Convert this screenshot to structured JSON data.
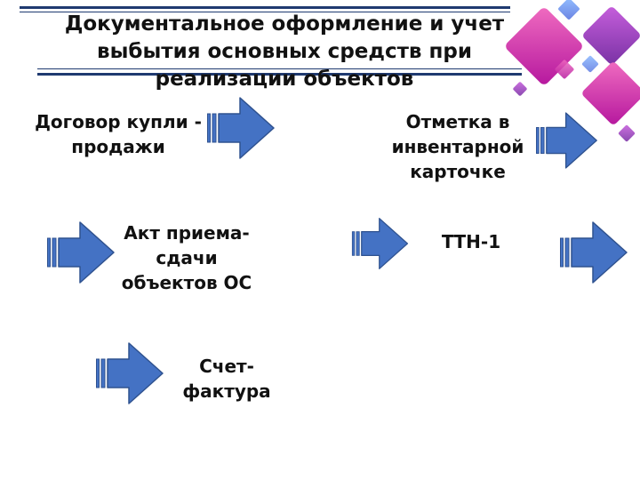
{
  "slide": {
    "title": "Документальное оформление и учет выбытия основных средств при реализации объектов",
    "items": {
      "contract": "Договор купли - продажи",
      "inventory_mark": "Отметка в инвентарной карточке",
      "act": "Акт приема-сдачи объектов ОС",
      "ttn": "ТТН-1",
      "invoice": "Счет-фактура"
    }
  },
  "colors": {
    "arrow_fill": "#4472C4",
    "arrow_stroke": "#2F528F",
    "rule_line": "#1F3A70"
  },
  "decor": {
    "icon": "decorative-gradient-diamonds"
  }
}
